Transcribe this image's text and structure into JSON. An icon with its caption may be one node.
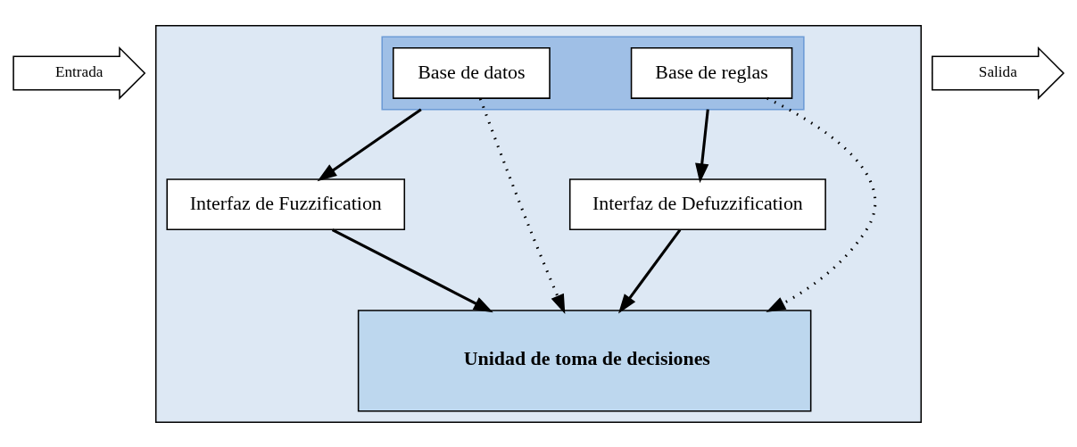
{
  "diagram": {
    "nodes": [
      {
        "text": [],
        "shape": "box"
      },
      {
        "text": [],
        "shape": "box",
        "in": 0
      },
      {
        "text": [
          "Base de datos"
        ],
        "in": 1
      },
      {
        "text": [
          "Base de reglas"
        ],
        "in": 1
      },
      {
        "text": [
          "Interfaz de Fuzzification"
        ],
        "in": 0
      },
      {
        "text": [
          "Interfaz de Defuzzification"
        ],
        "in": 0
      },
      {
        "text": [
          "Unidad de toma de decisiones"
        ],
        "in": 0
      },
      {
        "text": [
          "Entrada"
        ]
      },
      {
        "text": [
          "Salida"
        ]
      }
    ],
    "edges": [
      {
        "from": 1,
        "to": 4,
        "arrow": "to"
      },
      {
        "from": 1,
        "to": 5,
        "arrow": "to"
      },
      {
        "from": 2,
        "to": 6,
        "arrow": "to",
        "style": "dashed"
      },
      {
        "from": 3,
        "to": 6,
        "arrow": "to",
        "style": "dashed"
      },
      {
        "from": 4,
        "to": 6,
        "arrow": "to"
      },
      {
        "from": 5,
        "to": 6,
        "arrow": "to"
      }
    ]
  }
}
